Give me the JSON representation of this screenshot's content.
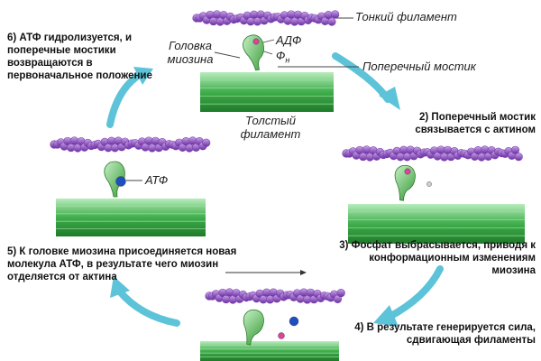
{
  "labels": {
    "thin_filament": "Тонкий филамент",
    "myosin_head": "Головка миозина",
    "adp": "АДФ",
    "phosphate": "Ф",
    "phosphate_sub": "н",
    "cross_bridge": "Поперечный мостик",
    "thick_filament": "Толстый филамент",
    "atp": "АТФ"
  },
  "steps": {
    "s6": "6) АТФ гидролизуется, и поперечные мостики возвращаются в первоначальное положение",
    "s2": "2) Поперечный мостик связывается с актином",
    "s3": "3) Фосфат выбрасывается, приводя к конформационным изменениям миозина",
    "s4": "4) В результате генерируется сила, сдвигающая филаменты",
    "s5": "5) К головке миозина присоединяется новая молекула АТФ, в результате чего миозин отделяется от актина"
  },
  "colors": {
    "actin": "#7a3fae",
    "actin_light": "#c9a3ea",
    "thick": "#2e9b3c",
    "thick_light": "#9fe0a4",
    "myosin_head": "#5cb85c",
    "adp_dot": "#e040a0",
    "atp_dot": "#1f4fbf",
    "arrow": "#5cc3d8"
  }
}
